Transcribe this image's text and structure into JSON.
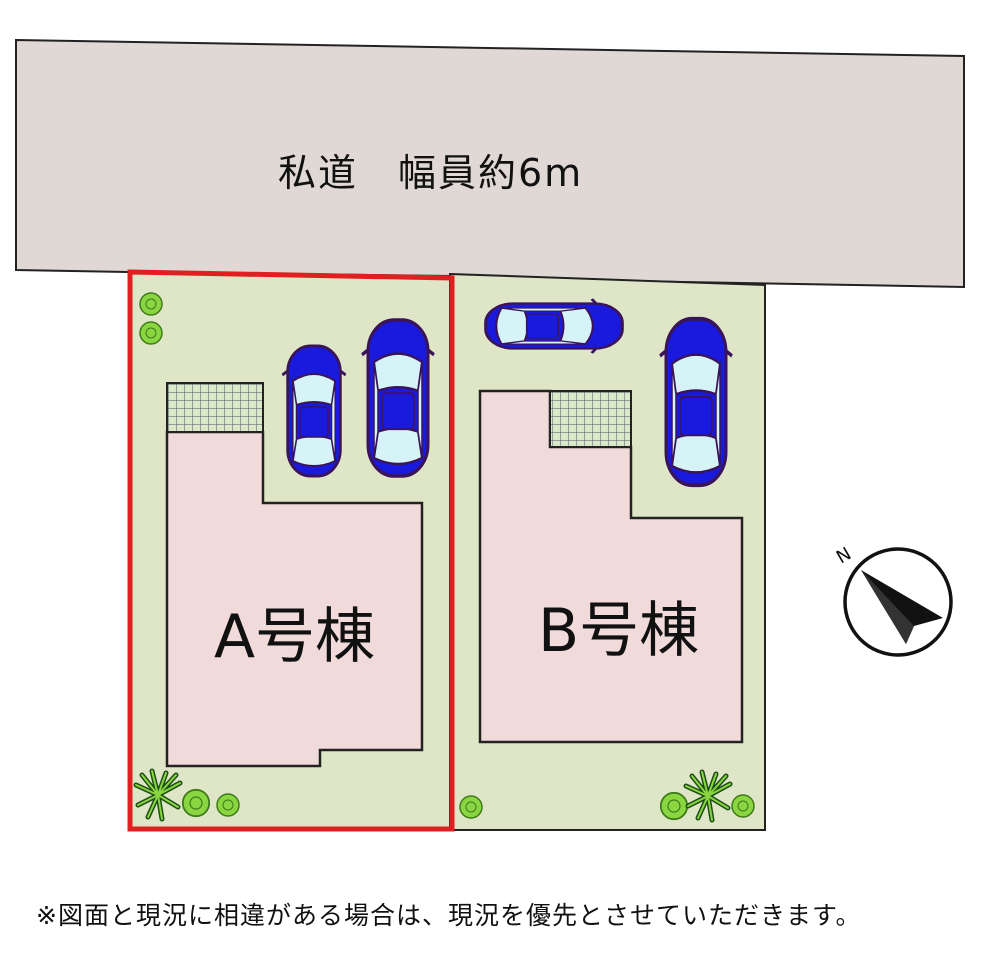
{
  "road": {
    "label": "私道　幅員約6m"
  },
  "lots": [
    {
      "label": "A号棟",
      "highlighted": true
    },
    {
      "label": "B号棟",
      "highlighted": false
    }
  ],
  "compass": {
    "label": "N"
  },
  "note": "※図面と現況に相違がある場合は、現況を優先とさせていただきます。",
  "colors": {
    "road": "#e0d8d4",
    "lot": "#dfe6c8",
    "house": "#f0dada",
    "highlight": "#e02020",
    "car": "#1a1adf",
    "car_glass": "#d6f3f7",
    "tree": "#8ad640"
  }
}
